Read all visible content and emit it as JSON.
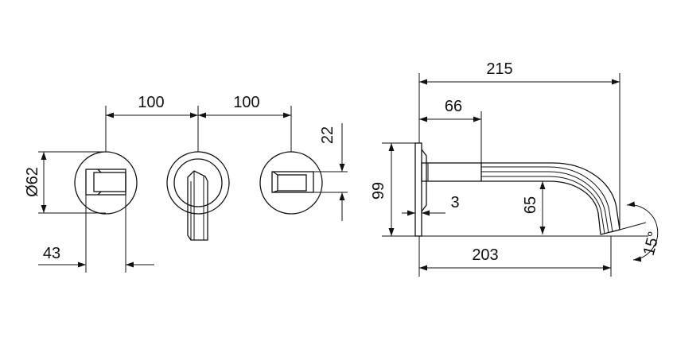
{
  "dimensions": {
    "spacing_left": "100",
    "spacing_right": "100",
    "rosette_diameter": "Ø62",
    "handle_height": "22",
    "handle_projection": "43",
    "overall_projection": "215",
    "spout_body_length": "66",
    "plate_height": "99",
    "plate_thickness": "3",
    "outlet_height": "65",
    "spout_reach": "203",
    "outlet_angle": "15°"
  },
  "colors": {
    "line": "#111111",
    "background": "#ffffff"
  }
}
